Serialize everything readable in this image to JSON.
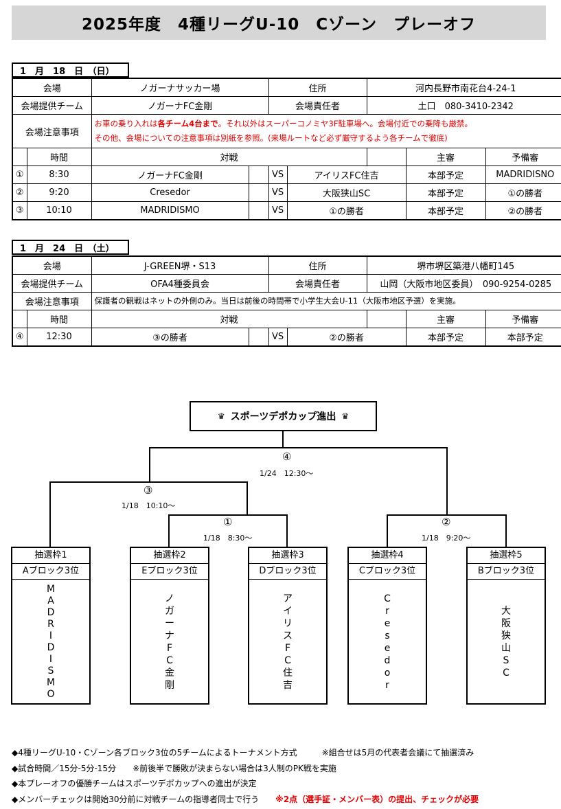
{
  "title": "2025年度　4種リーグU-10　Cゾーン　プレーオフ",
  "day1": {
    "date": "1　月　18　日　（日）",
    "venue_label": "会場",
    "venue": "ノガーナサッカー場",
    "address_label": "住所",
    "address": "河内長野市南花台4-24-1",
    "host_label": "会場提供チーム",
    "host": "ノガーナFC金剛",
    "manager_label": "会場責任者",
    "manager": "土口　080-3410-2342",
    "notes_label": "会場注意事項",
    "note1_a": "お車の乗り入れは",
    "note1_b": "各チーム4台まで",
    "note1_c": "。それ以外はスーパーコノミヤ3F駐車場へ。会場付近での乗降も厳禁。",
    "note2": "その他、会場についての注意事項は別紙を参照。(来場ルートなど必ず厳守するよう各チームで徹底)",
    "col_time": "時間",
    "col_match": "対戦",
    "col_ref": "主審",
    "col_sub": "予備審",
    "matches": [
      {
        "no": "①",
        "time": "8:30",
        "home": "ノガーナFC金剛",
        "vs": "VS",
        "away": "アイリスFC住吉",
        "ref": "本部予定",
        "sub": "MADRIDISNO"
      },
      {
        "no": "②",
        "time": "9:20",
        "home": "Cresedor",
        "vs": "VS",
        "away": "大阪狭山SC",
        "ref": "本部予定",
        "sub": "①の勝者"
      },
      {
        "no": "③",
        "time": "10:10",
        "home": "MADRIDISMO",
        "vs": "VS",
        "away": "①の勝者",
        "ref": "本部予定",
        "sub": "②の勝者"
      }
    ]
  },
  "day2": {
    "date": "1　月　24　日　（土）",
    "venue_label": "会場",
    "venue": "J-GREEN堺・S13",
    "address_label": "住所",
    "address": "堺市堺区築港八幡町145",
    "host_label": "会場提供チーム",
    "host": "OFA4種委員会",
    "manager_label": "会場責任者",
    "manager": "山岡（大阪市地区委員）　090-9254-0285",
    "notes_label": "会場注意事項",
    "note1": "保護者の観戦はネットの外側のみ。当日は前後の時間帯で小学生大会U-11（大阪市地区予選）を実施。",
    "col_time": "時間",
    "col_match": "対戦",
    "col_ref": "主審",
    "col_sub": "予備審",
    "matches": [
      {
        "no": "④",
        "time": "12:30",
        "home": "③の勝者",
        "vs": "VS",
        "away": "②の勝者",
        "ref": "本部予定",
        "sub": "本部予定"
      }
    ]
  },
  "bracket": {
    "champion": "スポーツデポカップ進出",
    "crown_icon": "crown-icon",
    "m4_label": "④",
    "m4_time": "1/24　12:30～",
    "m3_label": "③",
    "m3_time": "1/18　10:10～",
    "m1_label": "①",
    "m1_time": "1/18　8:30～",
    "m2_label": "②",
    "m2_time": "1/18　9:20～",
    "slots": [
      {
        "slot": "抽選枠1",
        "block": "Aブロック3位",
        "team": [
          "M",
          "A",
          "D",
          "R",
          "I",
          "D",
          "I",
          "S",
          "M",
          "O"
        ]
      },
      {
        "slot": "抽選枠2",
        "block": "Eブロック3位",
        "team": [
          "ノ",
          "ガ",
          "ー",
          "ナ",
          "F",
          "C",
          "金",
          "剛"
        ]
      },
      {
        "slot": "抽選枠3",
        "block": "Dブロック3位",
        "team": [
          "ア",
          "イ",
          "リ",
          "ス",
          "F",
          "C",
          "住",
          "吉"
        ]
      },
      {
        "slot": "抽選枠4",
        "block": "Cブロック3位",
        "team": [
          "C",
          "r",
          "e",
          "s",
          "e",
          "d",
          "o",
          "r"
        ]
      },
      {
        "slot": "抽選枠5",
        "block": "Bブロック3位",
        "team": [
          "大",
          "阪",
          "狭",
          "山",
          "S",
          "C"
        ]
      }
    ]
  },
  "footer": {
    "line1_a": "◆4種リーグU-10・Cゾーン各ブロック3位の5チームによるトーナメント方式",
    "line1_b": "※組合せは5月の代表者会議にて抽選済み",
    "line2_a": "◆試合時間／15分-5分-15分",
    "line2_b": "※前後半で勝敗が決まらない場合は3人制のPK戦を実施",
    "line3": "◆本プレーオフの優勝チームはスポーツデポカップへの進出が決定",
    "line4_a": "◆メンバーチェックは開始30分前に対戦チームの指導者同士で行う",
    "line4_b": "※2点（選手証・メンバー表）の提出、チェックが必要",
    "accent_red": "#e00000"
  }
}
